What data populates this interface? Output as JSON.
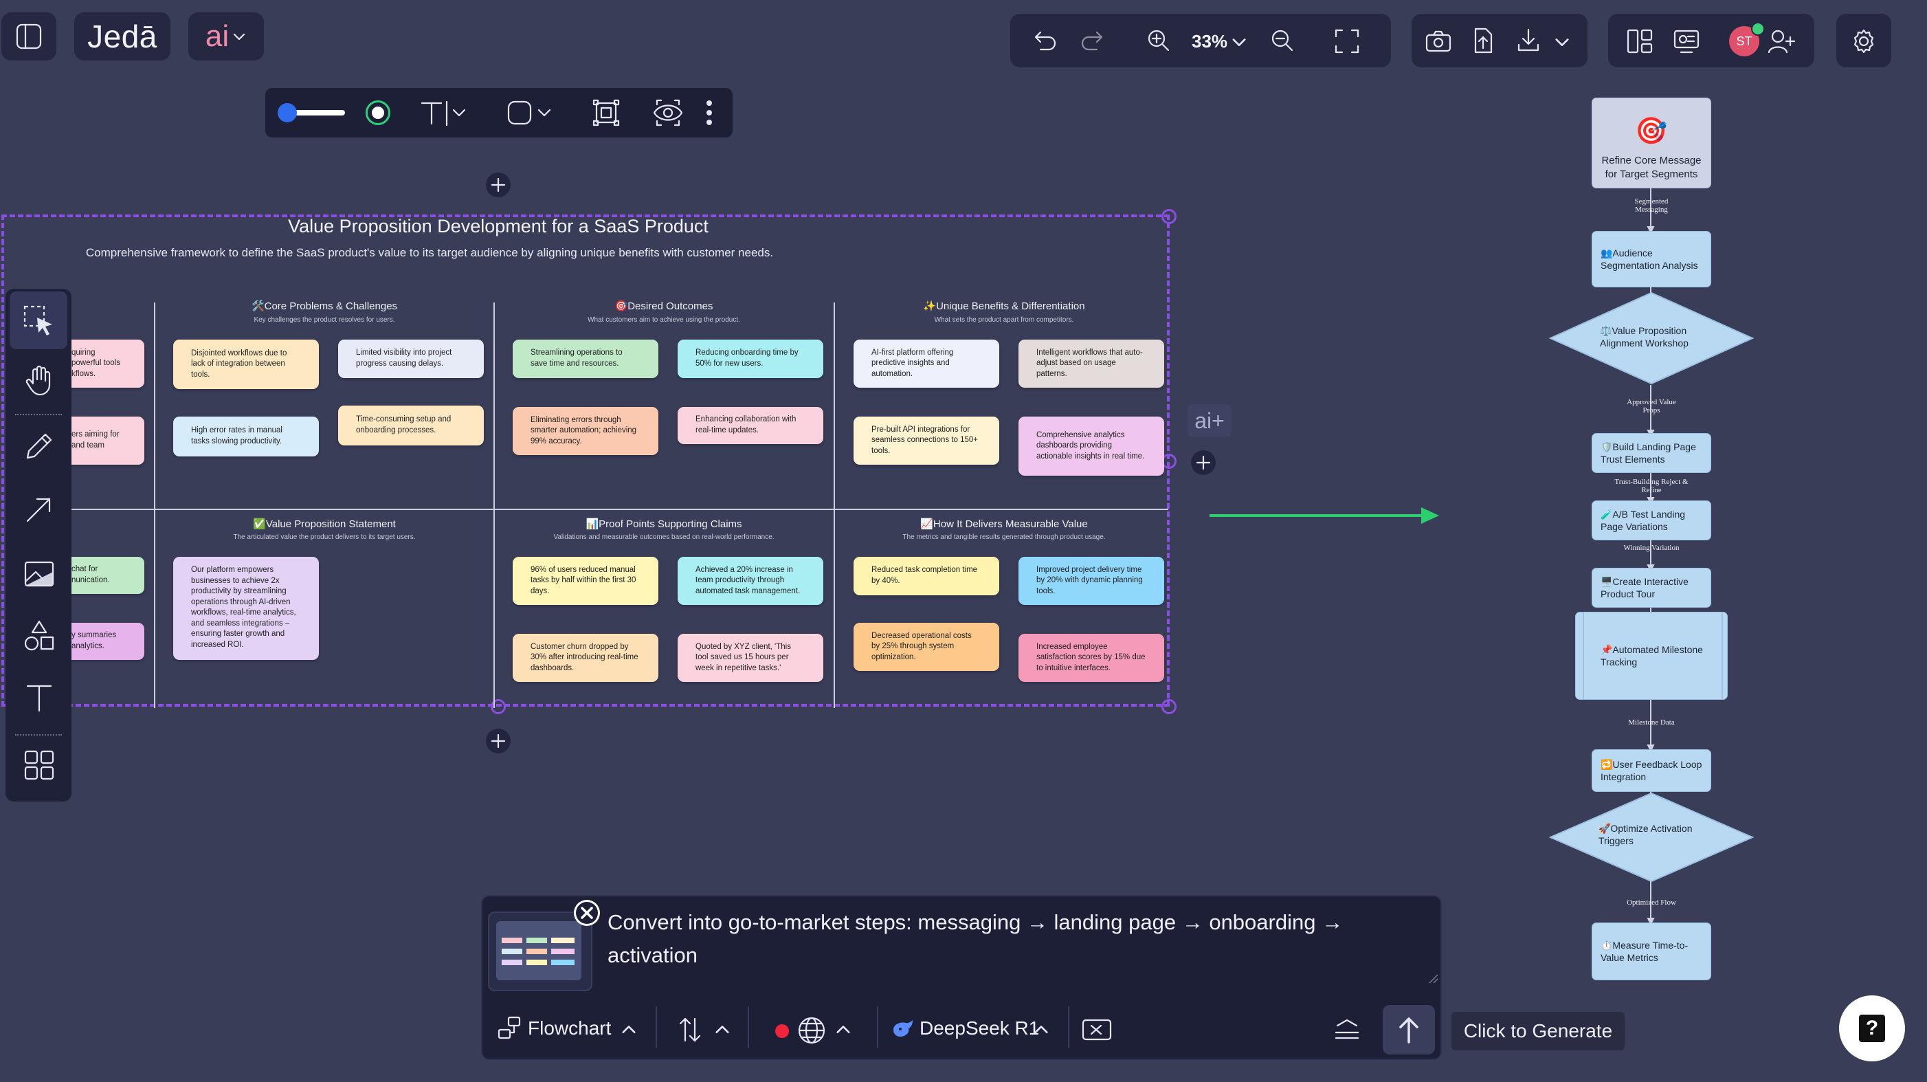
{
  "app": {
    "name": "Jedā",
    "ai_label": "ai"
  },
  "header": {
    "zoom": "33%"
  },
  "user": {
    "initials": "ST"
  },
  "board": {
    "title": "Value Proposition Development for a SaaS Product",
    "subtitle": "Comprehensive framework to define the SaaS product's value to its target audience by aligning unique benefits with customer needs.",
    "sections": [
      {
        "title": "🛠️Core Problems & Challenges",
        "subtitle": "Key challenges the product resolves for users."
      },
      {
        "title": "🎯Desired Outcomes",
        "subtitle": "What customers aim to achieve using the product."
      },
      {
        "title": "✨Unique Benefits & Differentiation",
        "subtitle": "What sets the product apart from competitors."
      },
      {
        "title": "✅Value Proposition Statement",
        "subtitle": "The articulated value the product delivers to its target users."
      },
      {
        "title": "📊Proof Points Supporting Claims",
        "subtitle": "Validations and measurable outcomes based on real-world performance."
      },
      {
        "title": "📈How It Delivers Measurable Value",
        "subtitle": "The metrics and tangible results generated through product usage."
      }
    ],
    "cards": [
      {
        "text": "quiring powerful tools kflows."
      },
      {
        "text": "ers aiming for and team"
      },
      {
        "text": "Disjointed workflows due to lack of integration between tools."
      },
      {
        "text": "Limited visibility into project progress causing delays."
      },
      {
        "text": "High error rates in manual tasks slowing productivity."
      },
      {
        "text": "Time-consuming setup and onboarding processes."
      },
      {
        "text": "Streamlining operations to save time and resources."
      },
      {
        "text": "Reducing onboarding time by 50% for new users."
      },
      {
        "text": "Eliminating errors through smarter automation; achieving 99% accuracy."
      },
      {
        "text": "Enhancing collaboration with real-time updates."
      },
      {
        "text": "AI-first platform offering predictive insights and automation."
      },
      {
        "text": "Intelligent workflows that auto-adjust based on usage patterns."
      },
      {
        "text": "Pre-built API integrations for seamless connections to 150+ tools."
      },
      {
        "text": "Comprehensive analytics dashboards providing actionable insights in real time."
      },
      {
        "text": "chat for nunication."
      },
      {
        "text": "y summaries analytics."
      },
      {
        "text": "Our platform empowers businesses to achieve 2x productivity by streamlining operations through AI-driven workflows, real-time analytics, and seamless integrations – ensuring faster growth and increased ROI."
      },
      {
        "text": "96% of users reduced manual tasks by half within the first 30 days."
      },
      {
        "text": "Achieved a 20% increase in team productivity through automated task management."
      },
      {
        "text": "Customer churn dropped by 30% after introducing real-time dashboards."
      },
      {
        "text": "Quoted by XYZ client, 'This tool saved us 15 hours per week in repetitive tasks.'"
      },
      {
        "text": "Reduced task completion time by 40%."
      },
      {
        "text": "Improved project delivery time by 20% with dynamic planning tools."
      },
      {
        "text": "Decreased operational costs by 25% through system optimization."
      },
      {
        "text": "Increased employee satisfaction scores by 15% due to intuitive interfaces."
      }
    ]
  },
  "side_ai": {
    "label": "ai+"
  },
  "flowchart": {
    "nodes": [
      {
        "text": "Refine Core Message for Target Segments",
        "icon": "🎯"
      },
      {
        "text": "👥Audience Segmentation Analysis"
      },
      {
        "text": "⚖️Value Proposition Alignment Workshop"
      },
      {
        "text": "🛡️Build Landing Page Trust Elements"
      },
      {
        "text": "🧪A/B Test Landing Page Variations"
      },
      {
        "text": "🖥️Create Interactive Product Tour"
      },
      {
        "text": "📌Automated Milestone Tracking"
      },
      {
        "text": "🔁User Feedback Loop Integration"
      },
      {
        "text": "🚀Optimize Activation Triggers"
      },
      {
        "text": "⏱️Measure Time-to-Value Metrics"
      }
    ],
    "edge_labels": [
      {
        "text": "Segmented Messaging"
      },
      {
        "text": "Approved Value Props"
      },
      {
        "text": "Trust-Building Reject & Refine"
      },
      {
        "text": "Winning Variation"
      },
      {
        "text": "Milestone Data"
      },
      {
        "text": "Optimized Flow"
      }
    ]
  },
  "prompt": {
    "text": "Convert  into go-to-market steps: messaging → landing page → onboarding → activation",
    "mode": "Flowchart",
    "model": "DeepSeek R1",
    "tooltip": "Click to Generate"
  },
  "help": {
    "label": "?"
  }
}
